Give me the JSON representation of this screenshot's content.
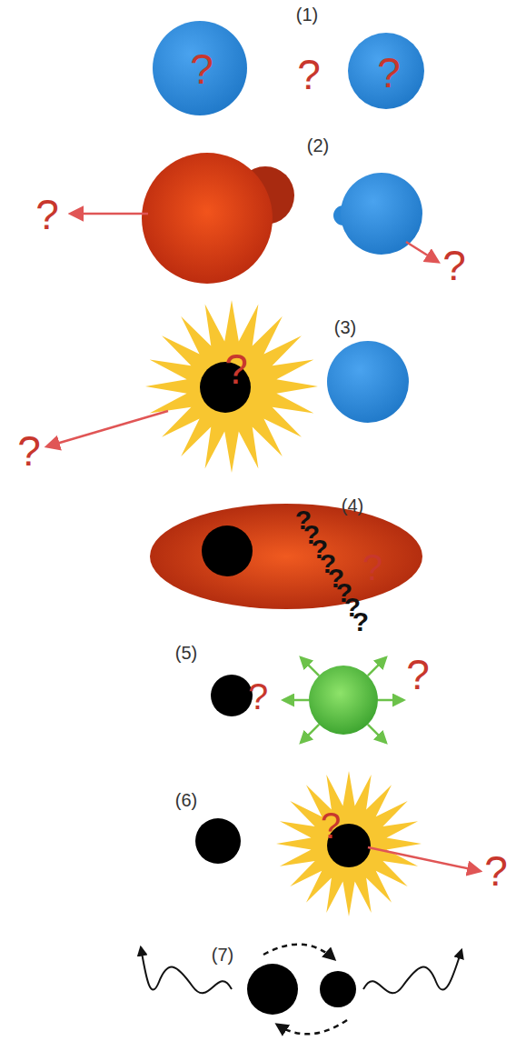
{
  "diagram": {
    "labels": [
      "(1)",
      "?",
      "?",
      "?",
      "(2)",
      "?",
      "?",
      "(3)",
      "?",
      "?",
      "(4)",
      "?",
      "?",
      "?",
      "?",
      "?",
      "?",
      "?",
      "?",
      "?",
      "(5)",
      "?",
      "?",
      "(6)",
      "?",
      "?",
      "(7)"
    ]
  }
}
